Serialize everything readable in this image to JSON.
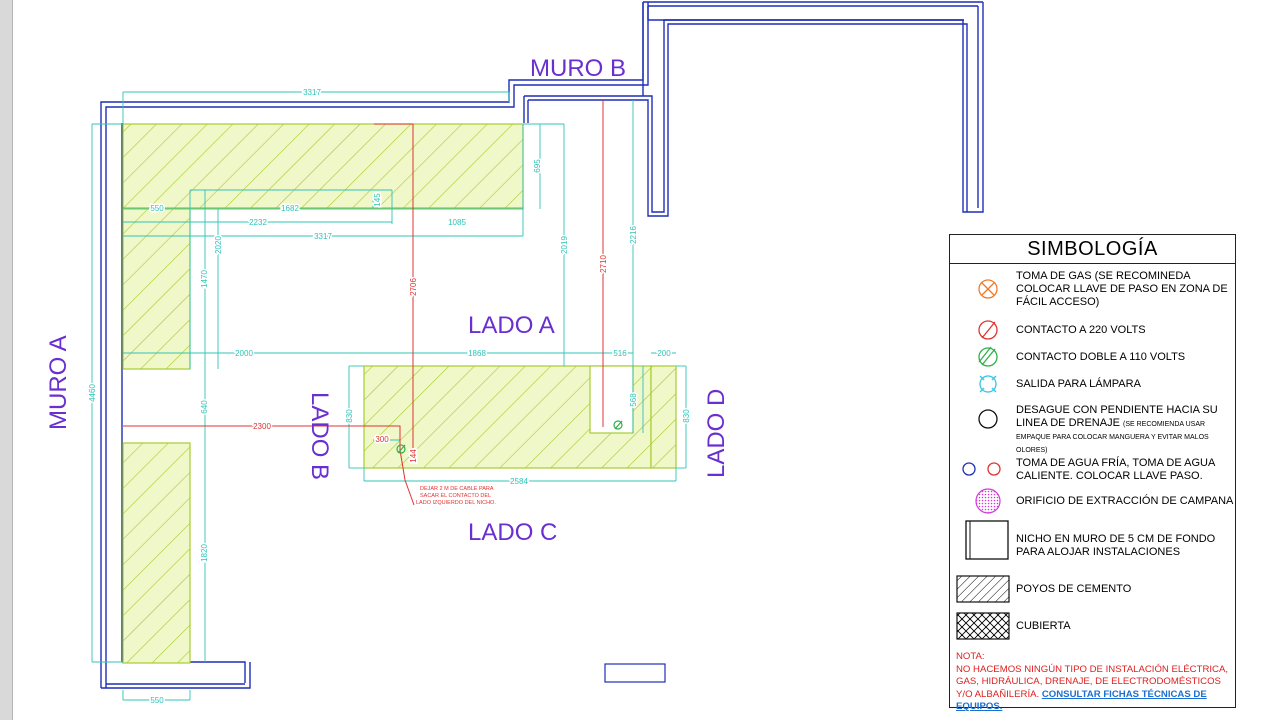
{
  "labels": {
    "muro_a": "MURO A",
    "muro_b": "MURO B",
    "lado_a": "LADO A",
    "lado_b": "LADO B",
    "lado_c": "LADO C",
    "lado_d": "LADO D"
  },
  "dimensions": {
    "top_3317": "3317",
    "d695": "695",
    "d550_top": "550",
    "d1682": "1682",
    "d145": "145",
    "d2232": "2232",
    "d1085": "1085",
    "mid_3317": "3317",
    "d2020": "2020",
    "d1470": "1470",
    "d2019": "2019",
    "d2706": "2706",
    "d2710": "2710",
    "d2216": "2216",
    "d4460": "4460",
    "d2000": "2000",
    "d1868": "1868",
    "d516": "516",
    "d200": "200",
    "d640": "640",
    "d830_left": "830",
    "d568": "568",
    "d830_right": "830",
    "d2300": "2300",
    "d300": "300",
    "d144": "144",
    "d2584": "2584",
    "d1820": "1820",
    "d550_bottom": "550"
  },
  "annotation": {
    "line1": "DEJAR 2 M DE CABLE PARA",
    "line2": "SACAR EL CONTACTO DEL",
    "line3": "LADO IZQUIERDO DEL NICHO."
  },
  "legend": {
    "title": "SIMBOLOGÍA",
    "items": [
      {
        "text": "TOMA DE GAS (SE RECOMINEDA COLOCAR LLAVE DE PASO EN ZONA DE FÁCIL ACCESO)",
        "icon": "gas-icon"
      },
      {
        "text": "CONTACTO A 220 VOLTS",
        "icon": "outlet-220-icon"
      },
      {
        "text": "CONTACTO DOBLE A 110 VOLTS",
        "icon": "outlet-110-icon"
      },
      {
        "text": "SALIDA PARA LÁMPARA",
        "icon": "lamp-icon"
      },
      {
        "text": "DESAGUE CON PENDIENTE HACIA SU LINEA DE DRENAJE",
        "small": "(SE RECOMIENDA USAR EMPAQUE PARA COLOCAR MANGUERA Y EVITAR MALOS OLORES)",
        "icon": "drain-icon"
      },
      {
        "text": "TOMA DE AGUA FRÍA, TOMA DE AGUA CALIENTE. COLOCAR LLAVE PASO.",
        "icon": "water-icon"
      },
      {
        "text": "ORIFICIO DE EXTRACCIÓN DE CAMPANA",
        "icon": "hood-icon"
      },
      {
        "text": "NICHO EN MURO DE 5 CM DE FONDO PARA ALOJAR INSTALACIONES",
        "icon": "niche-icon"
      },
      {
        "text": "POYOS DE CEMENTO",
        "icon": "hatch-icon"
      },
      {
        "text": "CUBIERTA",
        "icon": "crosshatch-icon"
      }
    ],
    "note_title": "NOTA:",
    "note_text": "NO HACEMOS NINGÚN TIPO DE INSTALACIÓN ELÉCTRICA, GAS, HIDRÁULICA, DRENAJE, DE ELECTRODOMÉSTICOS Y/O ALBAÑILERÍA.",
    "note_link": "CONSULTAR FICHAS TÉCNICAS DE EQUIPOS."
  },
  "colors": {
    "wall": "#1f2fb8",
    "dimension": "#2fc4b6",
    "hatch": "#a6cc2e",
    "hatch_fill": "#f0f7c8",
    "red_line": "#e03333",
    "label": "#6a2fd0",
    "gas": "#f07a2a",
    "outlet_220": "#e03333",
    "outlet_110": "#2fb04a",
    "lamp": "#33c6e6",
    "hood": "#d23ad8"
  }
}
